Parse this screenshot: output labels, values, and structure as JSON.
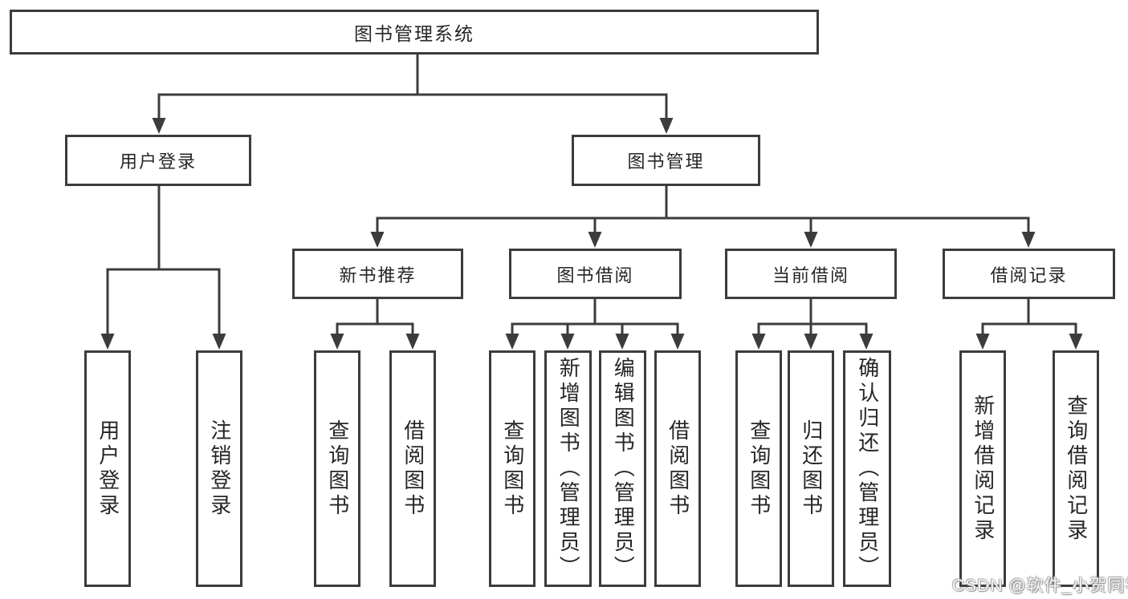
{
  "colors": {
    "line": "#3c3c3c",
    "text": "#262626",
    "background": "#ffffff"
  },
  "watermark": {
    "text": "CSDN @软件_小贺同学"
  },
  "tree": {
    "label": "图书管理系统",
    "children": [
      {
        "label": "用户登录",
        "children": [
          {
            "label": "用户登录"
          },
          {
            "label": "注销登录"
          }
        ]
      },
      {
        "label": "图书管理",
        "children": [
          {
            "label": "新书推荐",
            "children": [
              {
                "label": "查询图书"
              },
              {
                "label": "借阅图书"
              }
            ]
          },
          {
            "label": "图书借阅",
            "children": [
              {
                "label": "查询图书"
              },
              {
                "label": "新增图书（管理员）"
              },
              {
                "label": "编辑图书（管理员）"
              },
              {
                "label": "借阅图书"
              }
            ]
          },
          {
            "label": "当前借阅",
            "children": [
              {
                "label": "查询图书"
              },
              {
                "label": "归还图书"
              },
              {
                "label": "确认归还（管理员）"
              }
            ]
          },
          {
            "label": "借阅记录",
            "children": [
              {
                "label": "新增借阅记录"
              },
              {
                "label": "查询借阅记录"
              }
            ]
          }
        ]
      }
    ]
  }
}
